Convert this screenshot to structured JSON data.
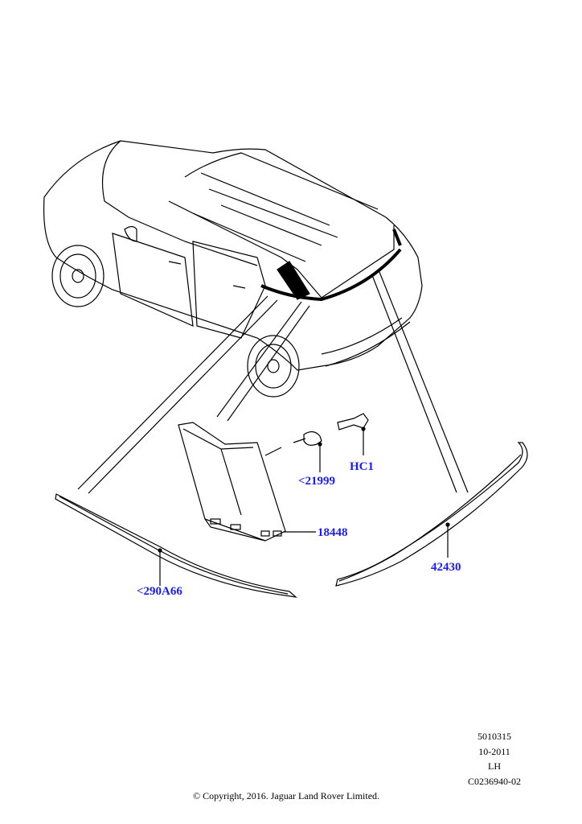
{
  "callouts": {
    "c21999": "<21999",
    "hc1": "HC1",
    "c18448": "18448",
    "c290a66": "<290A66",
    "c42430": "42430"
  },
  "meta": {
    "code": "5010315",
    "date": "10-2011",
    "side": "LH",
    "illustration_id": "C0236940-02"
  },
  "copyright": "© Copyright, 2016. Jaguar Land Rover Limited.",
  "colors": {
    "callout": "#1a1aff",
    "line": "#000000"
  }
}
